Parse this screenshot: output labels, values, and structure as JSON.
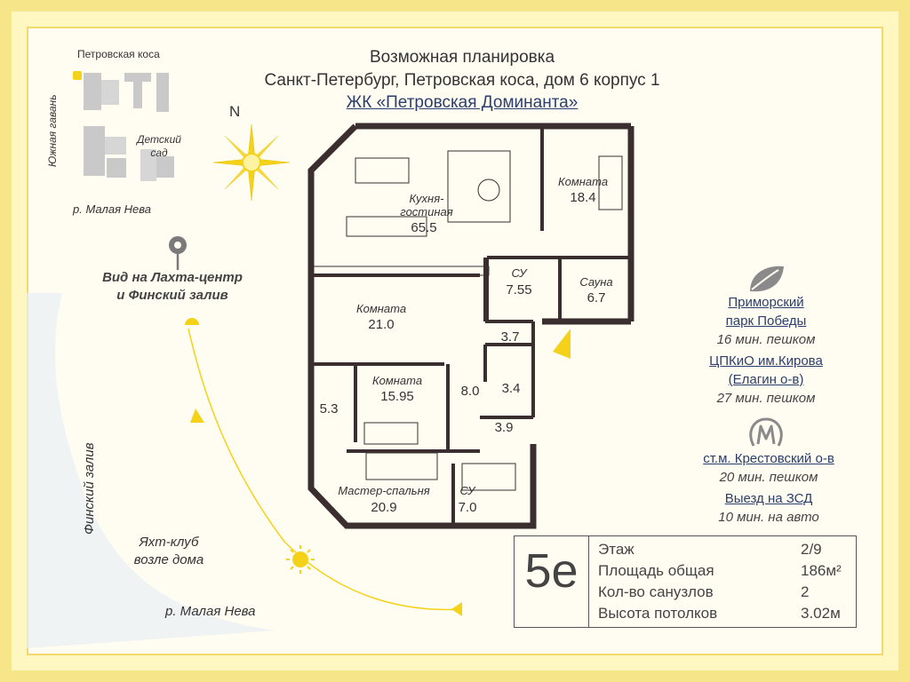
{
  "header": {
    "line1": "Возможная планировка",
    "line2": "Санкт-Петербург, Петровская коса, дом 6 корпус 1",
    "line3": "ЖК «Петровская Доминанта»"
  },
  "compass": {
    "north": "N"
  },
  "map": {
    "top_label": "Петровская коса",
    "south_harbor": "Южная гавань",
    "kindergarten": "Детский сад",
    "river_top": "р. Малая Нева",
    "view_line1": "Вид на Лахта-центр",
    "view_line2": "и Финский залив",
    "gulf": "Финский залив",
    "yacht_line1": "Яхт-клуб",
    "yacht_line2": "возле дома",
    "river_bottom": "р. Малая Нева"
  },
  "rooms": [
    {
      "id": "kitchen",
      "name": "Кухня-\nгостиная",
      "area": "65.5"
    },
    {
      "id": "room1",
      "name": "Комната",
      "area": "18.4"
    },
    {
      "id": "bath1",
      "name": "СУ",
      "area": "7.55"
    },
    {
      "id": "sauna",
      "name": "Сауна",
      "area": "6.7"
    },
    {
      "id": "room2",
      "name": "Комната",
      "area": "21.0"
    },
    {
      "id": "hall1",
      "name": "",
      "area": "3.7"
    },
    {
      "id": "room3",
      "name": "Комната",
      "area": "15.95"
    },
    {
      "id": "closet1",
      "name": "",
      "area": "5.3"
    },
    {
      "id": "corridor",
      "name": "",
      "area": "8.0"
    },
    {
      "id": "closet2",
      "name": "",
      "area": "3.4"
    },
    {
      "id": "closet3",
      "name": "",
      "area": "3.9"
    },
    {
      "id": "master",
      "name": "Мастер-спальня",
      "area": "20.9"
    },
    {
      "id": "bath2",
      "name": "СУ",
      "area": "7.0"
    }
  ],
  "right_panel": {
    "park_line1": "Приморский",
    "park_line2": "парк Победы",
    "park_walk": "16 мин. пешком",
    "ctpkio_line1": "ЦПКиО им.Кирова",
    "ctpkio_line2": "(Елагин о-в)",
    "ctpkio_walk": "27 мин. пешком",
    "metro": "ст.м. Крестовский о-в",
    "metro_walk": "20 мин. пешком",
    "exit": "Выезд на ЗСД",
    "exit_drive": "10 мин. на авто"
  },
  "summary": {
    "type_code": "5е",
    "rows": [
      {
        "label": "Этаж",
        "value": "2/9"
      },
      {
        "label": "Площадь общая",
        "value": "186м²"
      },
      {
        "label": "Кол-во санузлов",
        "value": "2"
      },
      {
        "label": "Высота потолков",
        "value": "3.02м"
      }
    ]
  },
  "colors": {
    "frame": "#f7e58a",
    "accent_yellow": "#f5d21a",
    "link_blue": "#2c3e6b",
    "wall": "#3a2e2e",
    "icon_gray": "#8a8a8a"
  }
}
